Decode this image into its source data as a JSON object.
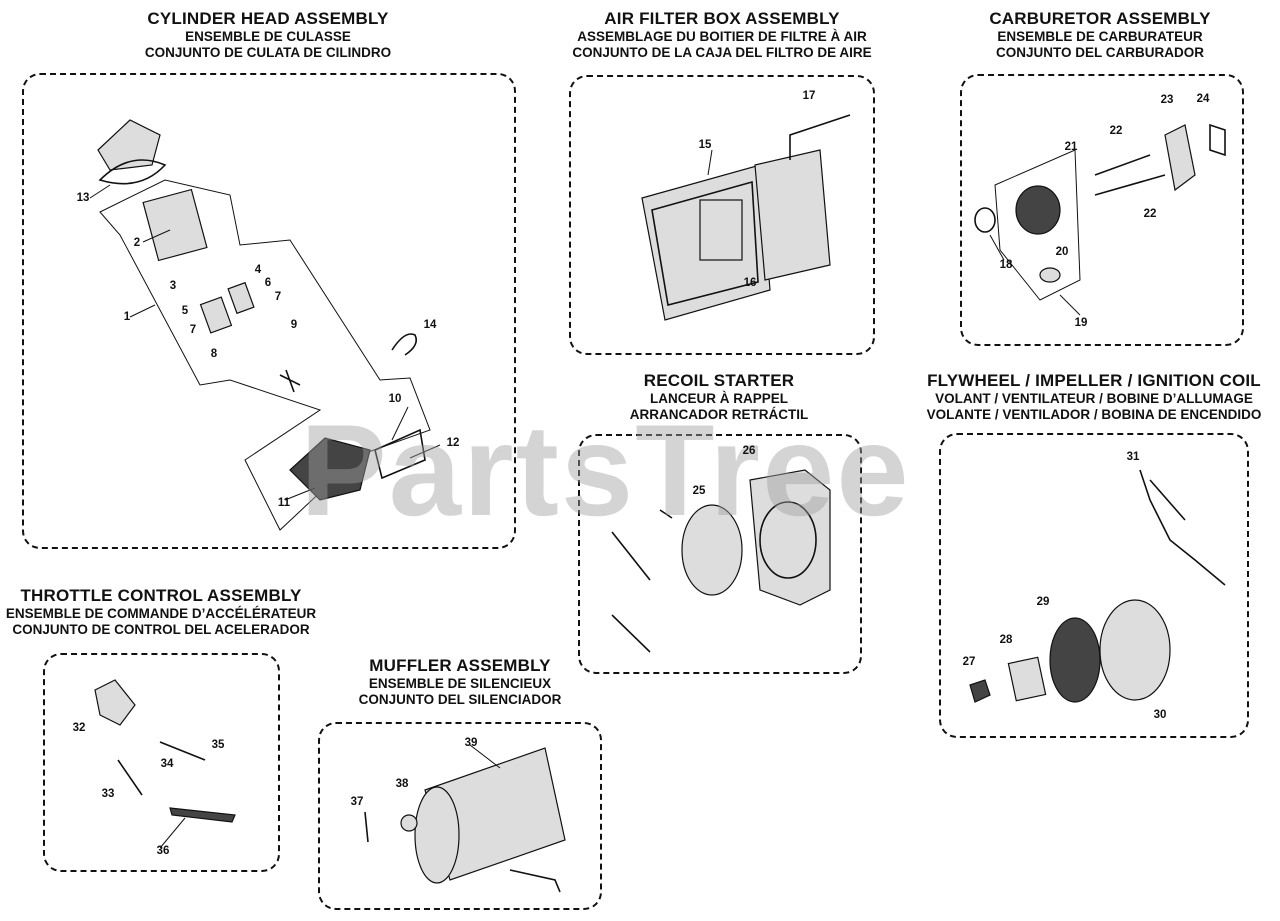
{
  "watermark": "PartsTree",
  "sections": {
    "cylinder_head": {
      "title": "CYLINDER HEAD ASSEMBLY",
      "fr": "ENSEMBLE DE CULASSE",
      "es": "CONJUNTO DE CULATA DE CILINDRO"
    },
    "air_filter": {
      "title": "AIR FILTER BOX ASSEMBLY",
      "fr": "ASSEMBLAGE DU BOITIER DE FILTRE À AIR",
      "es": "CONJUNTO DE LA CAJA DEL FILTRO DE AIRE"
    },
    "carburetor": {
      "title": "CARBURETOR ASSEMBLY",
      "fr": "ENSEMBLE DE CARBURATEUR",
      "es": "CONJUNTO DEL CARBURADOR"
    },
    "recoil": {
      "title": "RECOIL STARTER",
      "fr": "LANCEUR À RAPPEL",
      "es": "ARRANCADOR RETRÁCTIL"
    },
    "flywheel": {
      "title": "FLYWHEEL / IMPELLER / IGNITION COIL",
      "fr": "VOLANT / VENTILATEUR / BOBINE D’ALLUMAGE",
      "es": "VOLANTE / VENTILADOR / BOBINA DE ENCENDIDO"
    },
    "throttle": {
      "title": "THROTTLE CONTROL ASSEMBLY",
      "fr": "ENSEMBLE DE COMMANDE D’ACCÉLÉRATEUR",
      "es": "CONJUNTO DE CONTROL DEL ACELERADOR"
    },
    "muffler": {
      "title": "MUFFLER ASSEMBLY",
      "fr": "ENSEMBLE DE SILENCIEUX",
      "es": "CONJUNTO DEL SILENCIADOR"
    }
  },
  "callouts": {
    "c1": "1",
    "c2": "2",
    "c3": "3",
    "c4": "4",
    "c5": "5",
    "c6": "6",
    "c7a": "7",
    "c7b": "7",
    "c8": "8",
    "c9": "9",
    "c10": "10",
    "c11": "11",
    "c12": "12",
    "c13": "13",
    "c14": "14",
    "c15": "15",
    "c16": "16",
    "c17": "17",
    "c18": "18",
    "c19": "19",
    "c20": "20",
    "c21": "21",
    "c22a": "22",
    "c22b": "22",
    "c23": "23",
    "c24": "24",
    "c25": "25",
    "c26": "26",
    "c27": "27",
    "c28": "28",
    "c29": "29",
    "c30": "30",
    "c31": "31",
    "c32": "32",
    "c33": "33",
    "c34": "34",
    "c35": "35",
    "c36": "36",
    "c37": "37",
    "c38": "38",
    "c39": "39"
  }
}
